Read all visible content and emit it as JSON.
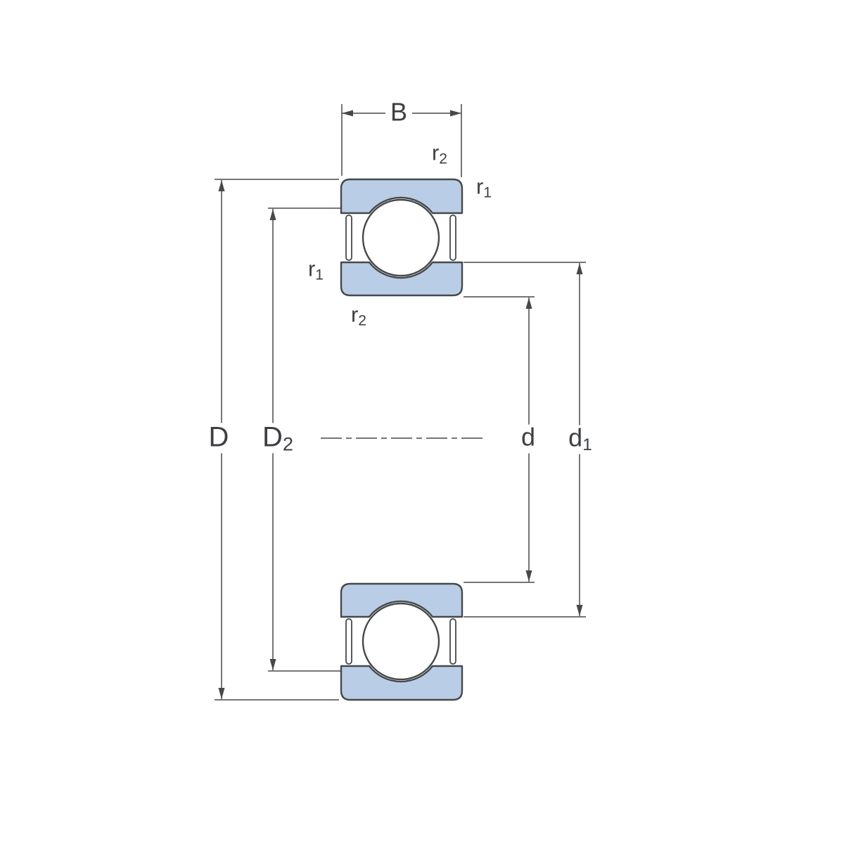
{
  "colors": {
    "ring_fill": "#b9cde6",
    "line": "#46484b",
    "background": "#ffffff",
    "label_text": "#3d3f42"
  },
  "labels": {
    "B": {
      "base": "B",
      "sub": ""
    },
    "r2_top": {
      "base": "r",
      "sub": "2"
    },
    "r1_top": {
      "base": "r",
      "sub": "1"
    },
    "r1_mid": {
      "base": "r",
      "sub": "1"
    },
    "r2_mid": {
      "base": "r",
      "sub": "2"
    },
    "D": {
      "base": "D",
      "sub": ""
    },
    "D2": {
      "base": "D",
      "sub": "2"
    },
    "d": {
      "base": "d",
      "sub": ""
    },
    "d1": {
      "base": "d",
      "sub": "1"
    }
  }
}
